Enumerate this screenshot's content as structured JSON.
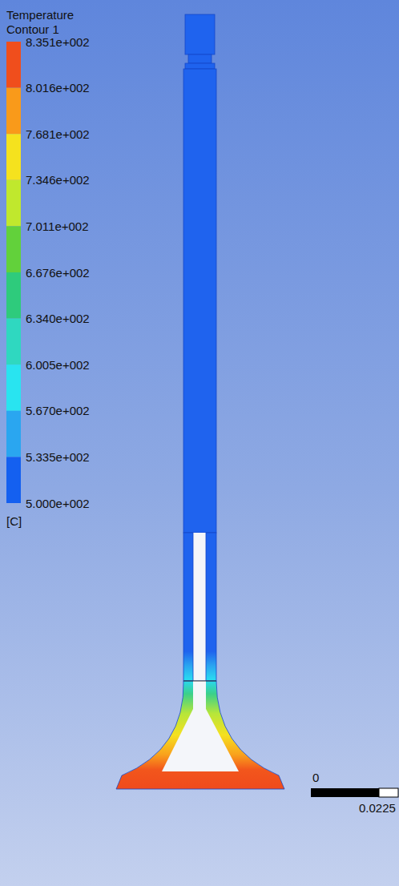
{
  "diagram": {
    "title": "Temperature",
    "labels": [
      "Contour 1",
      "8.351e+002",
      "8.016e+002",
      "7.681e+002",
      "7.346e+002",
      "7.011e+002",
      "6.676e+002",
      "6.340e+002",
      "6.005e+002",
      "5.670e+002",
      "5.335e+002",
      "5.000e+002",
      "[C]",
      "0",
      "0.0225"
    ]
  }
}
